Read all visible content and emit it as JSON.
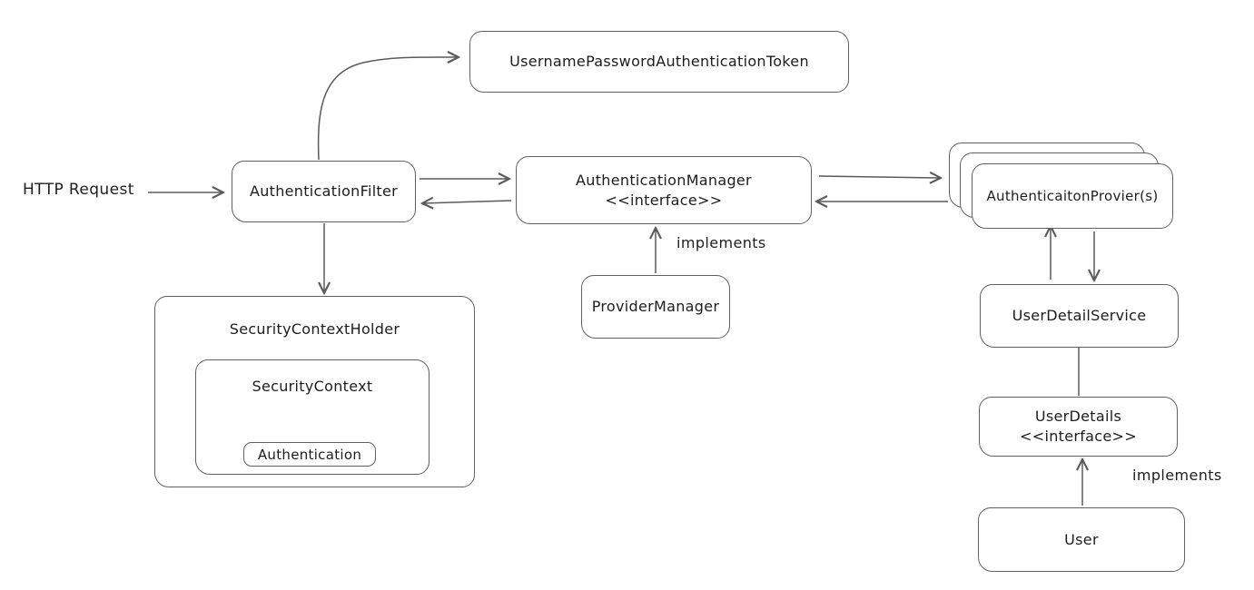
{
  "colors": {
    "stroke": "#5a5a5a",
    "text": "#1d1d1d",
    "box_border": "#606060",
    "box_fill": "#ffffff",
    "background": "#ffffff"
  },
  "labels": {
    "http_request": "HTTP Request",
    "token": "UsernamePasswordAuthenticationToken",
    "auth_filter": "AuthenticationFilter",
    "auth_manager": "AuthenticationManager",
    "auth_manager_stereotype": "<<interface>>",
    "provider_manager": "ProviderManager",
    "auth_provider": "AuthenticaitonProvier(s)",
    "security_context_holder": "SecurityContextHolder",
    "security_context": "SecurityContext",
    "authentication": "Authentication",
    "user_detail_service": "UserDetailService",
    "user_details": "UserDetails",
    "user_details_stereotype": "<<interface>>",
    "user": "User",
    "implements_mid": "implements",
    "implements_right": "implements"
  },
  "edges": [
    {
      "from": "HTTP Request",
      "to": "AuthenticationFilter",
      "type": "arrow"
    },
    {
      "from": "AuthenticationFilter",
      "to": "UsernamePasswordAuthenticationToken",
      "type": "curved-arrow"
    },
    {
      "from": "AuthenticationFilter",
      "to": "AuthenticationManager",
      "type": "arrow"
    },
    {
      "from": "AuthenticationManager",
      "to": "AuthenticationFilter",
      "type": "arrow"
    },
    {
      "from": "AuthenticationManager",
      "to": "AuthenticaitonProvier(s)",
      "type": "arrow"
    },
    {
      "from": "AuthenticaitonProvier(s)",
      "to": "AuthenticationManager",
      "type": "arrow"
    },
    {
      "from": "ProviderManager",
      "to": "AuthenticationManager",
      "type": "arrow",
      "label": "implements"
    },
    {
      "from": "AuthenticationFilter",
      "to": "SecurityContextHolder",
      "type": "arrow"
    },
    {
      "from": "UserDetailService",
      "to": "AuthenticaitonProvier(s)",
      "type": "arrow"
    },
    {
      "from": "AuthenticaitonProvier(s)",
      "to": "UserDetailService",
      "type": "arrow"
    },
    {
      "from": "UserDetailService",
      "to": "UserDetails",
      "type": "line"
    },
    {
      "from": "User",
      "to": "UserDetails",
      "type": "arrow",
      "label": "implements"
    }
  ]
}
